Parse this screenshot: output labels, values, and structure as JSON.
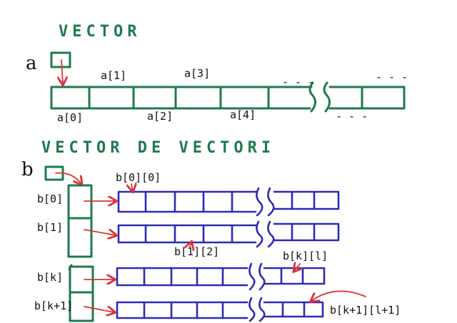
{
  "titles": {
    "vector": "VECTOR",
    "vector_of_vectors": "VECTOR DE VECTORI"
  },
  "vector_section": {
    "var_name": "a",
    "labels": {
      "a0": "a[0]",
      "a1": "a[1]",
      "a2": "a[2]",
      "a3": "a[3]",
      "a4": "a[4]"
    },
    "dots_top": "- - -",
    "dots_mid": "- - -",
    "dots_bottom": "- - -"
  },
  "matrix_section": {
    "var_name": "b",
    "rows": [
      "b[0]",
      "b[1]",
      "b[k]",
      "b[k+1]"
    ],
    "labels": {
      "b00": "b[0][0]",
      "b12": "b[1][2]",
      "bkl": "b[k][l]",
      "bk1l1": "b[k+1][l+1]"
    }
  },
  "colors": {
    "green": "#1f7a4d",
    "blue": "#2d2ab8",
    "red": "#d9363a",
    "ink": "#111111"
  }
}
